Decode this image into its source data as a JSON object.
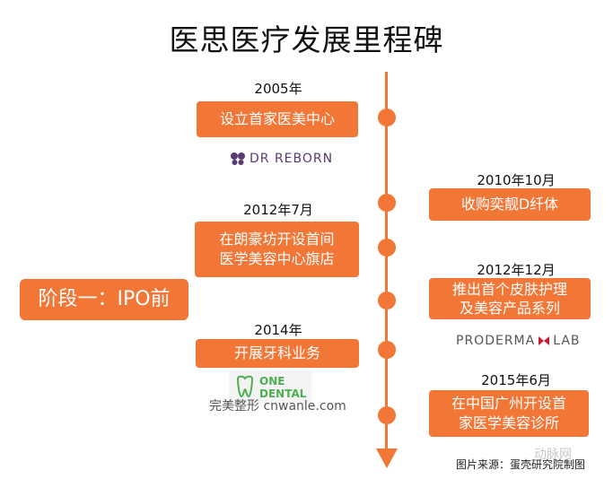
{
  "title": "医思医疗发展里程碑",
  "stage": {
    "label": "阶段一：IPO前"
  },
  "events": [
    {
      "date": "2005年",
      "text": "设立首家医美中心"
    },
    {
      "date": "2010年10月",
      "text": "收购奕靓D纤体"
    },
    {
      "date": "2012年7月",
      "text_line1": "在朗豪坊开设首间",
      "text_line2": "医学美容中心旗店"
    },
    {
      "date": "2012年12月",
      "text_line1": "推出首个皮肤护理",
      "text_line2": "及美容产品系列"
    },
    {
      "date": "2014年",
      "text": "开展牙科业务"
    },
    {
      "date": "2015年6月",
      "text_line1": "在中国广州开设首",
      "text_line2": "家医学美容诊所"
    }
  ],
  "logos": {
    "dr_reborn": "DR REBORN",
    "proderma_left": "PRODERMA",
    "proderma_right": "LAB",
    "one_dental_1": "ONE",
    "one_dental_2": "DENTAL"
  },
  "caption": "完美整形 cnwanle.com",
  "source": "图片来源：蛋壳研究院制图",
  "watermark": "动脉网",
  "colors": {
    "accent": "#f27636",
    "logo_purple": "#5b3a73",
    "logo_red": "#c81e32",
    "logo_green": "#4caf50"
  }
}
